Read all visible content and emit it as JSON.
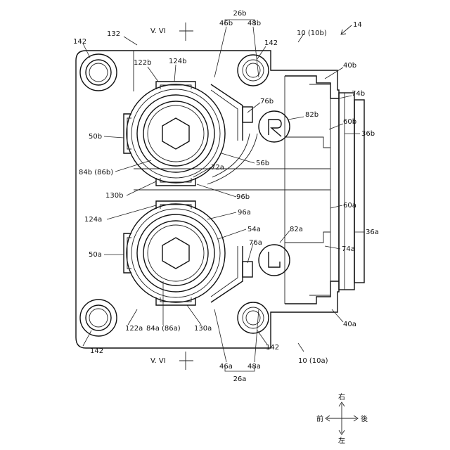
{
  "labels": {
    "fig_ref_top": "V. VI",
    "fig_ref_bottom": "V. VI",
    "r14": "14",
    "r10b": "10 (10b)",
    "r10a": "10 (10a)",
    "r132": "132",
    "r142_tl": "142",
    "r142_tr": "142",
    "r142_bl": "142",
    "r142_br": "142",
    "r26b": "26b",
    "r46b": "46b",
    "r48b": "48b",
    "r122b": "122b",
    "r124b": "124b",
    "r40b": "40b",
    "r74b": "74b",
    "r76b": "76b",
    "r82b": "82b",
    "r60b": "60b",
    "r36b": "36b",
    "r50b": "50b",
    "r84b": "84b (86b)",
    "r56b": "56b",
    "r72a": "72a",
    "r130b": "130b",
    "r96b": "96b",
    "r96a": "96a",
    "r60a": "60a",
    "r124a": "124a",
    "r54a": "54a",
    "r82a": "82a",
    "r36a": "36a",
    "r76a": "76a",
    "r50a": "50a",
    "r74a": "74a",
    "r40a": "40a",
    "r122a": "122a",
    "r84a": "84a (86a)",
    "r130a": "130a",
    "r46a": "46a",
    "r48a": "48a",
    "r26a": "26a"
  },
  "directions": {
    "up": "右",
    "down": "左",
    "left": "前",
    "right": "後"
  }
}
